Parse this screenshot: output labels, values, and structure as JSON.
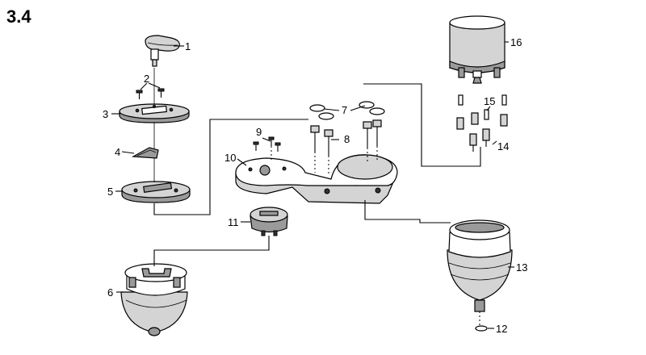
{
  "figure": {
    "title": "3.4"
  },
  "callouts": [
    {
      "id": "1",
      "text": "1"
    },
    {
      "id": "2",
      "text": "2"
    },
    {
      "id": "3",
      "text": "3"
    },
    {
      "id": "4",
      "text": "4"
    },
    {
      "id": "5",
      "text": "5"
    },
    {
      "id": "6",
      "text": "6"
    },
    {
      "id": "7",
      "text": "7"
    },
    {
      "id": "8",
      "text": "8"
    },
    {
      "id": "9",
      "text": "9"
    },
    {
      "id": "10",
      "text": "10"
    },
    {
      "id": "11",
      "text": "11"
    },
    {
      "id": "12",
      "text": "12"
    },
    {
      "id": "13",
      "text": "13"
    },
    {
      "id": "14",
      "text": "14"
    },
    {
      "id": "15",
      "text": "15"
    },
    {
      "id": "16",
      "text": "16"
    }
  ]
}
